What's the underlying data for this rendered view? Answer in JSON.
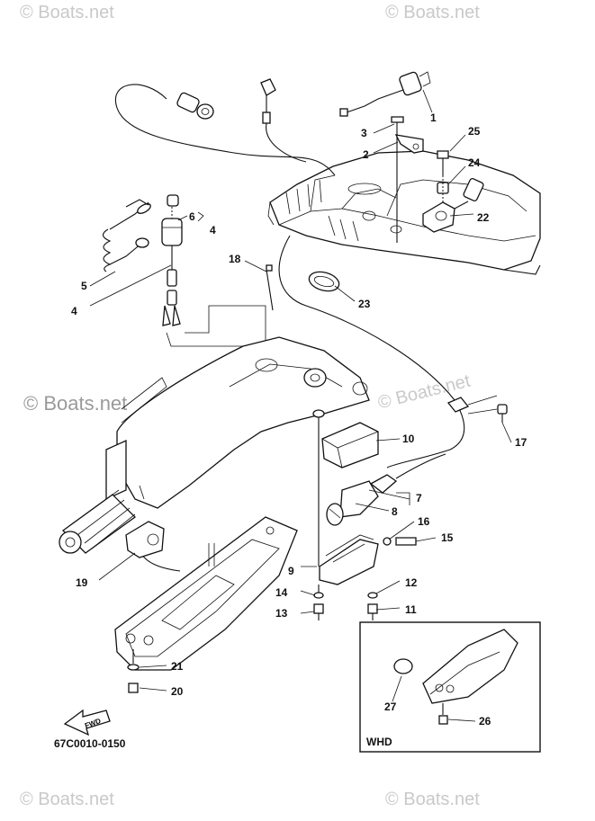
{
  "watermarks": {
    "corner": "© Boats.net",
    "center": "© Boats.net"
  },
  "part_number": "67C0010-0150",
  "fwd_label": "FWD",
  "inset_label": "WHD",
  "callouts": {
    "c1": "1",
    "c2": "2",
    "c3": "3",
    "c4a": "4",
    "c4b": "4",
    "c5": "5",
    "c6": "6",
    "c7": "7",
    "c8": "8",
    "c9": "9",
    "c10": "10",
    "c11": "11",
    "c12": "12",
    "c13": "13",
    "c14": "14",
    "c15": "15",
    "c16": "16",
    "c17": "17",
    "c18": "18",
    "c19": "19",
    "c20": "20",
    "c21": "21",
    "c22": "22",
    "c23": "23",
    "c24": "24",
    "c25": "25",
    "c26": "26",
    "c27": "27"
  }
}
